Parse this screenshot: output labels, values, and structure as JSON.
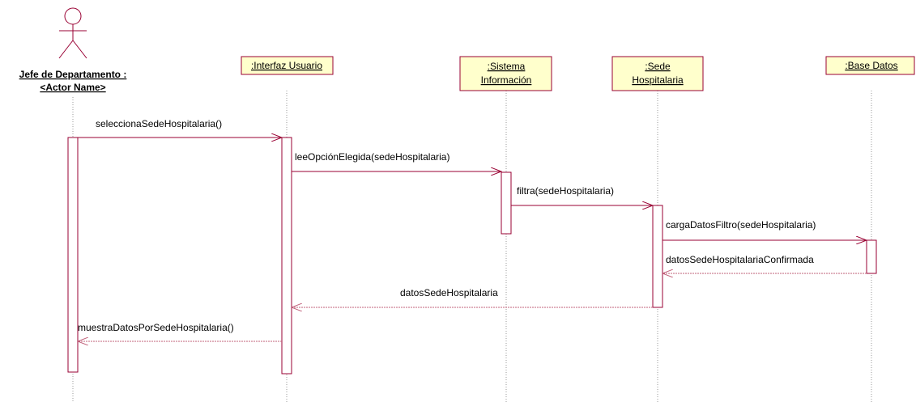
{
  "diagram": {
    "type": "sequence",
    "colors": {
      "object_fill": "#ffffcc",
      "object_border": "#990033",
      "activation_fill": "#ffffff",
      "activation_border": "#990033",
      "lifeline": "#9a9a9a",
      "message_line": "#990033",
      "return_line": "#c0607a",
      "actor_stroke": "#990033",
      "text": "#000000"
    },
    "actor": {
      "icon": "stick-figure-icon",
      "label_lines": [
        "Jefe de Departamento :",
        "<Actor Name>"
      ]
    },
    "objects": [
      {
        "id": "interfaz",
        "label_lines": [
          ":Interfaz Usuario"
        ]
      },
      {
        "id": "sistema",
        "label_lines": [
          ":Sistema",
          "Información"
        ]
      },
      {
        "id": "sede",
        "label_lines": [
          ":Sede",
          "Hospitalaria"
        ]
      },
      {
        "id": "bd",
        "label_lines": [
          ":Base Datos"
        ]
      }
    ],
    "messages": [
      {
        "from": "actor",
        "to": "interfaz",
        "label": "seleccionaSedeHospitalaria()",
        "kind": "call"
      },
      {
        "from": "interfaz",
        "to": "sistema",
        "label": "leeOpciónElegida(sedeHospitalaria)",
        "kind": "call"
      },
      {
        "from": "sistema",
        "to": "sede",
        "label": "filtra(sedeHospitalaria)",
        "kind": "call"
      },
      {
        "from": "sede",
        "to": "bd",
        "label": "cargaDatosFiltro(sedeHospitalaria)",
        "kind": "call"
      },
      {
        "from": "bd",
        "to": "sede",
        "label": "datosSedeHospitalariaConfirmada",
        "kind": "return"
      },
      {
        "from": "sede",
        "to": "interfaz",
        "label": "datosSedeHospitalaria",
        "kind": "return"
      },
      {
        "from": "interfaz",
        "to": "actor",
        "label": "muestraDatosPorSedeHospitalaria()",
        "kind": "return"
      }
    ]
  }
}
